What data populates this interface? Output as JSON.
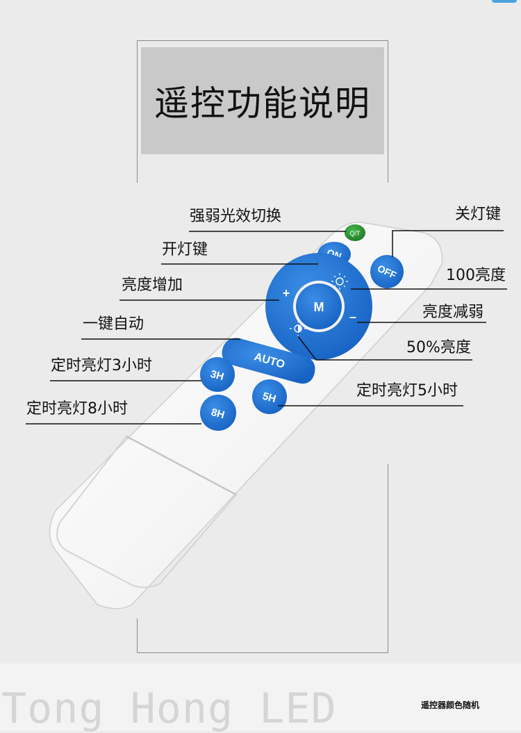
{
  "title": "遥控功能说明",
  "labels": {
    "light_effect_switch": "强弱光效切换",
    "light_on_key": "开灯键",
    "brightness_up": "亮度增加",
    "one_key_auto": "一键自动",
    "timer_3h": "定时亮灯3小时",
    "timer_8h": "定时亮灯8小时",
    "light_off_key": "关灯键",
    "brightness_100": "100亮度",
    "brightness_down": "亮度减弱",
    "brightness_50": "50%亮度",
    "timer_5h": "定时亮灯5小时"
  },
  "buttons": {
    "qt": "Q/T",
    "on": "ON",
    "off": "OFF",
    "plus": "+",
    "m": "M",
    "minus": "–",
    "auto": "AUTO",
    "h3": "3H",
    "h5": "5H",
    "h8": "8H"
  },
  "colors": {
    "button_blue": "#1d74d2",
    "button_green": "#2e9a35",
    "remote_body": "#f7f7f7",
    "title_bg": "#c9c9c9"
  },
  "footer": {
    "brand": "Tong Hong LED",
    "note": "遥控器颜色随机"
  }
}
